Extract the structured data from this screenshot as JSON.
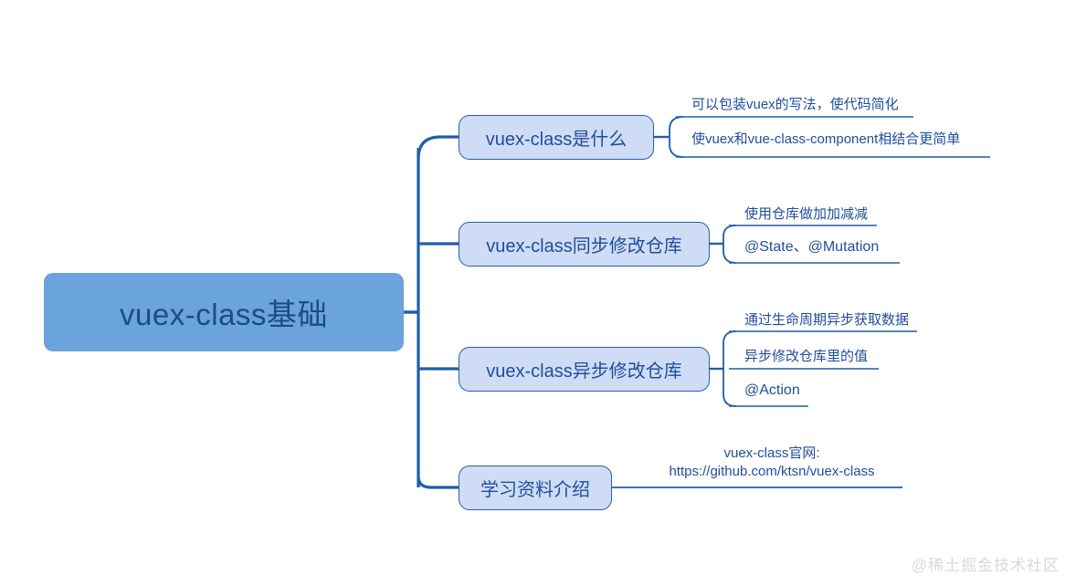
{
  "diagram": {
    "type": "mind-map",
    "background": "#ffffff",
    "colors": {
      "root_fill": "#6ba3dc",
      "root_text": "#1a4d85",
      "branch_fill": "#cfdcf5",
      "branch_border": "#2a5fa8",
      "branch_text": "#1f4e9c",
      "leaf_text": "#1f4e9c",
      "connector": "#1f5header",
      "connector_line": "#1f5fa8",
      "watermark": "#d9d9d9"
    },
    "root": {
      "label": "vuex-class基础"
    },
    "branches": [
      {
        "label": "vuex-class是什么",
        "leaves": [
          {
            "text": "可以包装vuex的写法，使代码简化"
          },
          {
            "text": "使vuex和vue-class-component相结合更简单"
          }
        ]
      },
      {
        "label": "vuex-class同步修改仓库",
        "leaves": [
          {
            "text": "使用仓库做加加减减"
          },
          {
            "text": "@State、@Mutation"
          }
        ]
      },
      {
        "label": "vuex-class异步修改仓库",
        "leaves": [
          {
            "text": "通过生命周期异步获取数据"
          },
          {
            "text": "异步修改仓库里的值"
          },
          {
            "text": "@Action"
          }
        ]
      },
      {
        "label": "学习资料介绍",
        "leaves": [
          {
            "line1": "vuex-class官网:",
            "line2": "https://github.com/ktsn/vuex-class"
          }
        ]
      }
    ]
  },
  "watermark": {
    "text": "@稀土掘金技术社区"
  }
}
